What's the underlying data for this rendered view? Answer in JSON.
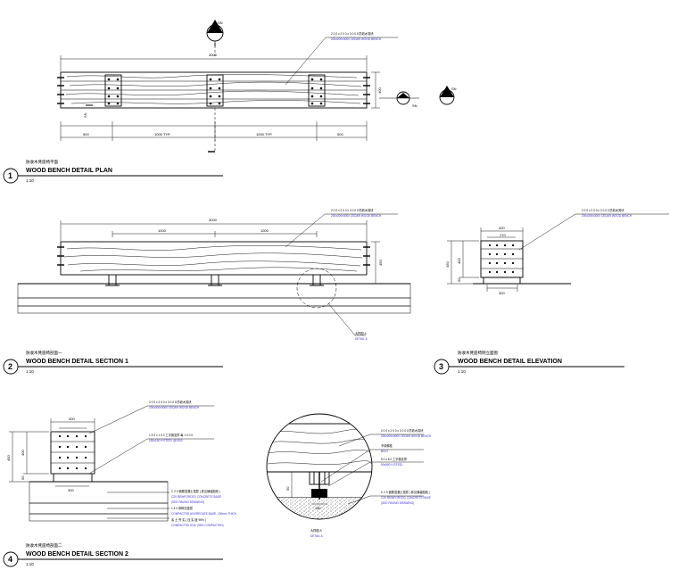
{
  "views": [
    {
      "number": "1",
      "cn": "防收木凳座椅平面",
      "title": "WOOD BENCH DETAIL PLAN",
      "scale": "1:10"
    },
    {
      "number": "2",
      "cn": "防收木凳座椅剖面一",
      "title": "WOOD BENCH DETAIL SECTION 1",
      "scale": "1:10"
    },
    {
      "number": "3",
      "cn": "防收木凳座椅侧立面图",
      "title": "WOOD BENCH DETAIL ELEVATION",
      "scale": "1:10"
    },
    {
      "number": "4",
      "cn": "防收木凳座椅剖面二",
      "title": "WOOD BENCH DETAIL SECTION 2",
      "scale": "1:10"
    }
  ],
  "markers": {
    "section_sheet": "SN",
    "detail_a_cn": "大样图 A",
    "detail_a_en": "DETAIL A"
  },
  "notes": {
    "bench_cn": "2 0 0 x 2 0 0 x 3 0 0 0  防收木凳块",
    "bench_en": "200x200x3000 CEDAR WOOD BENCH",
    "steel_cn": "1 5 0 x 1 5 0 工字钢支撑  每 1 0 0 0",
    "steel_en": "150x150 H STEEL @1000",
    "bolt_cn": "不锈螺栓",
    "bolt_en": "BOLT",
    "steel2_cn": "5 0 x 8 0 工字钢支撑",
    "steel2_en": "50x800 H STEEL",
    "concrete_cn": "C 2 5 钢筋混凝土垫层 ( 参见铺装图纸 )",
    "concrete_en": "C25 REINFORCED CONCRETE BASE",
    "concrete_ref": "(SEE PAVING DRAWING)",
    "gravel_cn": "1 5 0 厚碎石垫层",
    "gravel_en": "COMPACTED AGGREGATE BASE, 150mm THICK",
    "soil_cn": "素 土 夯 实 ( 压 实 度 95% )",
    "soil_en": "COMPACTED SOIL (95% COMPACTED)"
  },
  "dims": {
    "plan_total": "3000",
    "plan_end": "500",
    "plan_typ": "1000 TYP.",
    "plan_width": "400",
    "sec_span": "1000",
    "sec_height": "450",
    "elev_width": "400",
    "elev_inner": "170",
    "elev_base": "300",
    "elev_height": "450",
    "elev_top": "400",
    "elev_bottom": "50",
    "det_base": "180"
  }
}
